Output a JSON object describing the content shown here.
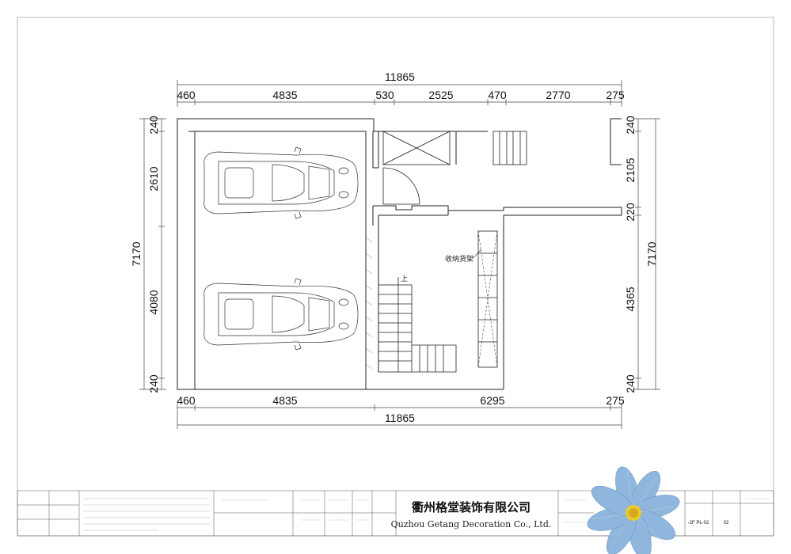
{
  "dimensions": {
    "top_total": "11865",
    "top_segments": [
      "460",
      "4835",
      "530",
      "2525",
      "470",
      "2770",
      "275"
    ],
    "bottom_segments": [
      "460",
      "4835",
      "6295",
      "275"
    ],
    "bottom_total": "11865",
    "left_segments": [
      "240",
      "2610",
      "4080",
      "240"
    ],
    "left_total": "7170",
    "right_segments": [
      "240",
      "2105",
      "220",
      "4365",
      "240"
    ],
    "right_total": "7170"
  },
  "plan": {
    "storage_label": "收纳货架",
    "stair_up_label": "上"
  },
  "title_block": {
    "company_cn": "衢州格堂装饰有限公司",
    "company_en": "Quzhou Getang Decoration Co., Ltd.",
    "drawing_no": "-2F PL-02",
    "sheet_no": "02"
  },
  "colors": {
    "line": "#222222",
    "dim_line": "#444444",
    "flower_petal": "#8fb6dd",
    "flower_center": "#e9c92c"
  }
}
